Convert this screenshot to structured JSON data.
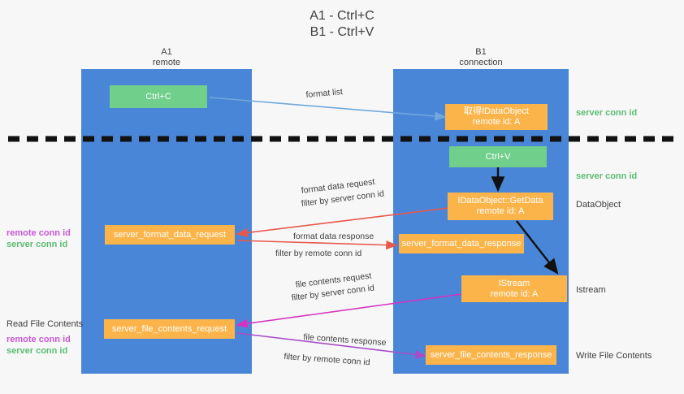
{
  "title": {
    "line1": "A1 - Ctrl+C",
    "line2": "B1 - Ctrl+V"
  },
  "colors": {
    "lane": "#4a86d8",
    "box_orange": "#fbb44a",
    "box_green": "#6fcf8b",
    "server_conn_id": "#5bbd72",
    "remote_conn_id": "#c857d6",
    "arrow_blue": "#6fa8dc",
    "arrow_red": "#e8574a",
    "arrow_magenta": "#d633c0",
    "arrow_purple": "#a64ec9",
    "arrow_black": "#1a1a1a",
    "background": "#f7f7f7",
    "text": "#404040"
  },
  "columns": [
    {
      "id": "a1",
      "title": "A1",
      "subtitle": "remote"
    },
    {
      "id": "b1",
      "title": "B1",
      "subtitle": "connection"
    }
  ],
  "boxes": [
    {
      "id": "ctrl-c",
      "label": "Ctrl+C",
      "sublabel": "",
      "style": "green",
      "lane": "a1"
    },
    {
      "id": "get-idataobject",
      "label": "取得IDataObject",
      "sublabel": "remote id: A",
      "style": "orange",
      "lane": "b1"
    },
    {
      "id": "ctrl-v",
      "label": "Ctrl+V",
      "sublabel": "",
      "style": "green",
      "lane": "b1"
    },
    {
      "id": "idataobject-getdata",
      "label": "IDataObject::GetData",
      "sublabel": "remote id: A",
      "style": "orange",
      "lane": "b1"
    },
    {
      "id": "server-format-data-request",
      "label": "server_format_data_request",
      "sublabel": "",
      "style": "orange",
      "lane": "a1"
    },
    {
      "id": "server-format-data-response",
      "label": "server_format_data_response",
      "sublabel": "",
      "style": "orange",
      "lane": "b1"
    },
    {
      "id": "istream",
      "label": "IStream",
      "sublabel": "remote id: A",
      "style": "orange",
      "lane": "b1"
    },
    {
      "id": "server-file-contents-request",
      "label": "server_file_contents_request",
      "sublabel": "",
      "style": "orange",
      "lane": "a1"
    },
    {
      "id": "server-file-contents-response",
      "label": "server_file_contents_response",
      "sublabel": "",
      "style": "orange",
      "lane": "b1"
    }
  ],
  "messages": [
    {
      "id": "format-list",
      "label": "format list",
      "filter_prefix": "",
      "filter_value": ""
    },
    {
      "id": "format-data-request",
      "label": "format data request",
      "filter_prefix": "filter by",
      "filter_value": "server conn id"
    },
    {
      "id": "format-data-response",
      "label": "format data response",
      "filter_prefix": "filter by",
      "filter_value": "remote conn id"
    },
    {
      "id": "file-contents-request",
      "label": "file contents request",
      "filter_prefix": "filter by",
      "filter_value": "server conn id"
    },
    {
      "id": "file-contents-response",
      "label": "file contents response",
      "filter_prefix": "filter by",
      "filter_value": "remote conn id"
    }
  ],
  "right_labels": [
    {
      "id": "server-conn-id-top",
      "text": "server conn id",
      "kind": "green"
    },
    {
      "id": "server-conn-id-second",
      "text": "server conn id",
      "kind": "green"
    },
    {
      "id": "dataobject",
      "text": "DataObject",
      "kind": "plain"
    },
    {
      "id": "istream",
      "text": "Istream",
      "kind": "plain"
    },
    {
      "id": "write-file-contents",
      "text": "Write File Contents",
      "kind": "plain"
    }
  ],
  "left_labels": [
    {
      "id": "remote-conn-id-mid",
      "text": "remote conn id",
      "kind": "purple"
    },
    {
      "id": "server-conn-id-mid",
      "text": "server conn id",
      "kind": "green"
    },
    {
      "id": "read-file-contents",
      "text": "Read File Contents",
      "kind": "plain"
    },
    {
      "id": "remote-conn-id-bottom",
      "text": "remote conn id",
      "kind": "purple"
    },
    {
      "id": "server-conn-id-bottom",
      "text": "server conn id",
      "kind": "green"
    }
  ]
}
